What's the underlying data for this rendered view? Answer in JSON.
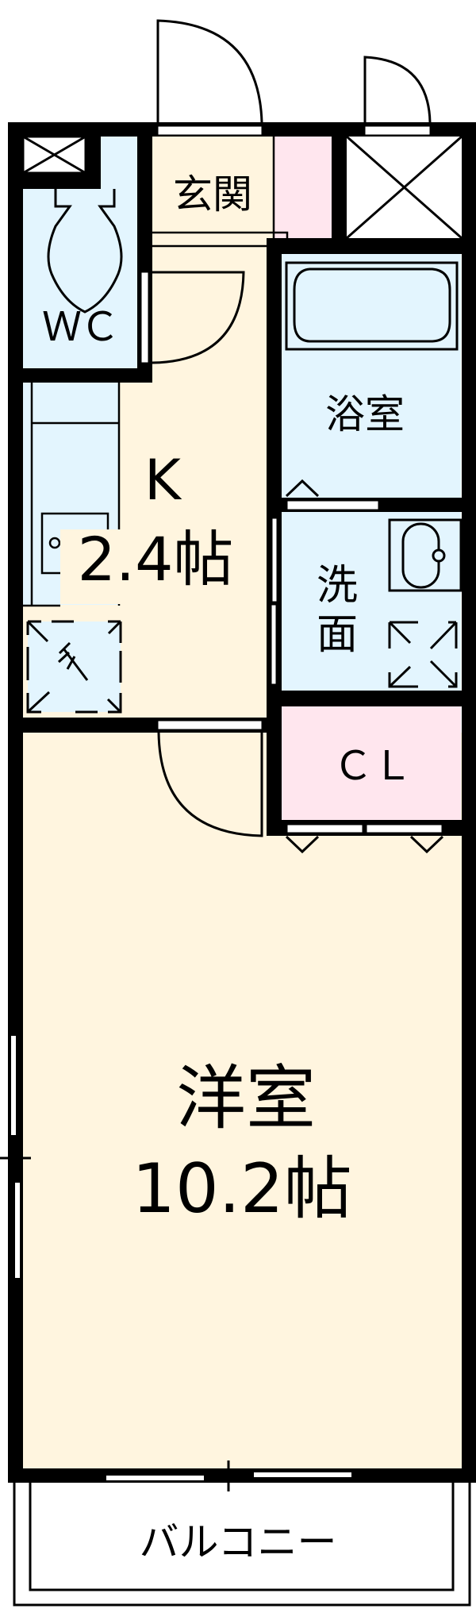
{
  "floorplan": {
    "colors": {
      "floor_cream": "#FFF5DF",
      "wet_blue": "#E3F5FE",
      "storage_pink": "#FFE6EE",
      "wall": "#000000",
      "background": "#FFFFFF"
    },
    "rooms": {
      "entrance": {
        "label": "玄関"
      },
      "wc": {
        "label": "ＷＣ"
      },
      "kitchen": {
        "label": "K",
        "size": "2.4帖"
      },
      "bath": {
        "label": "浴室"
      },
      "washroom": {
        "label_line1": "洗",
        "label_line2": "面"
      },
      "closet": {
        "label": "ＣＬ"
      },
      "western_room": {
        "label": "洋室",
        "size": "10.2帖"
      },
      "balcony": {
        "label": "バルコニー"
      }
    }
  }
}
